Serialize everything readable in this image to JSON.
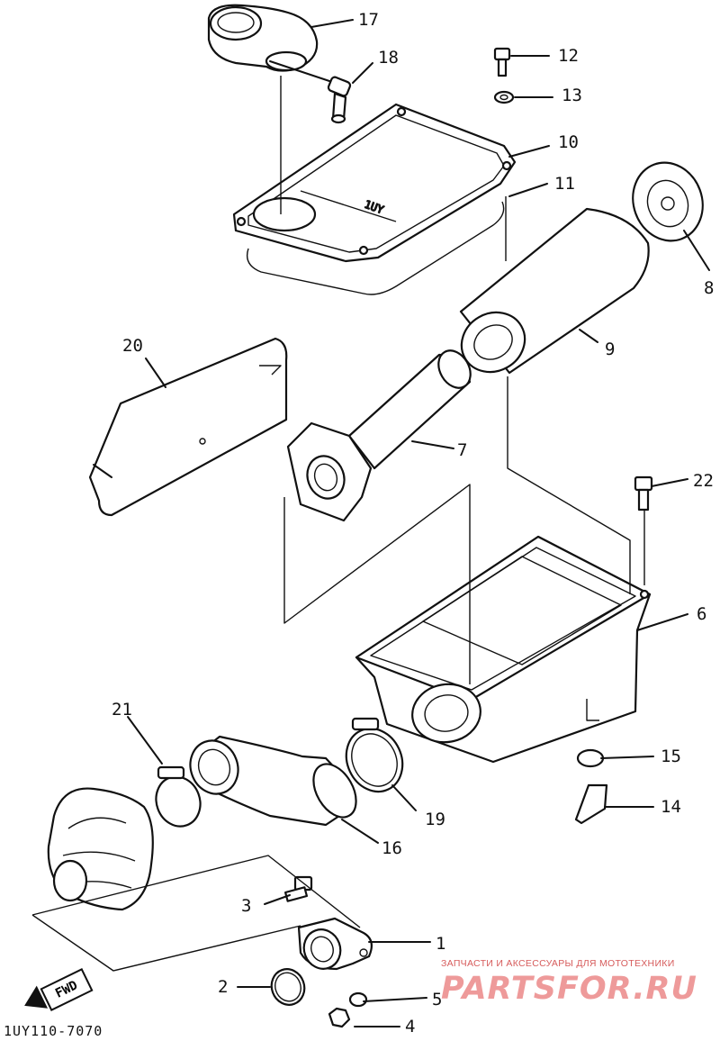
{
  "diagram": {
    "diagram_code": "1UY110-7070",
    "watermark_tagline": "ЗАПЧАСТИ И АКСЕССУАРЫ ДЛЯ МОТОТЕХНИКИ",
    "watermark_site": "PARTSFOR.RU",
    "direction_label": "FWD",
    "cover_marking": "1UY",
    "callouts": [
      {
        "id": "part-1",
        "label": "1"
      },
      {
        "id": "part-2",
        "label": "2"
      },
      {
        "id": "part-3",
        "label": "3"
      },
      {
        "id": "part-4",
        "label": "4"
      },
      {
        "id": "part-5",
        "label": "5"
      },
      {
        "id": "part-6",
        "label": "6"
      },
      {
        "id": "part-7",
        "label": "7"
      },
      {
        "id": "part-8",
        "label": "8"
      },
      {
        "id": "part-9",
        "label": "9"
      },
      {
        "id": "part-10",
        "label": "10"
      },
      {
        "id": "part-11",
        "label": "11"
      },
      {
        "id": "part-12",
        "label": "12"
      },
      {
        "id": "part-13",
        "label": "13"
      },
      {
        "id": "part-14",
        "label": "14"
      },
      {
        "id": "part-15",
        "label": "15"
      },
      {
        "id": "part-16",
        "label": "16"
      },
      {
        "id": "part-17",
        "label": "17"
      },
      {
        "id": "part-18",
        "label": "18"
      },
      {
        "id": "part-19",
        "label": "19"
      },
      {
        "id": "part-20",
        "label": "20"
      },
      {
        "id": "part-21",
        "label": "21"
      },
      {
        "id": "part-22",
        "label": "22"
      }
    ]
  }
}
